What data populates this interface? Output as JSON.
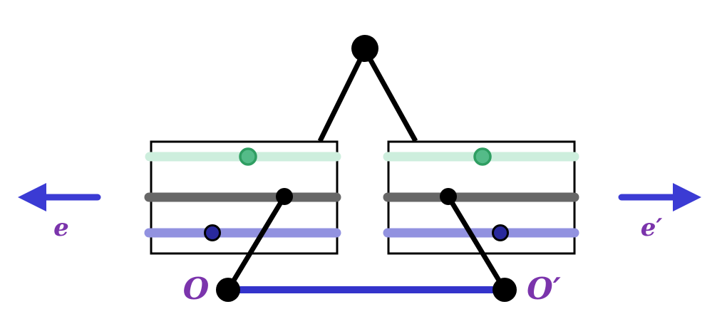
{
  "labels": {
    "left_axis": "e",
    "right_axis": "e′",
    "origin": "O",
    "origin_prime": "O′"
  },
  "colors": {
    "outline_black": "#000000",
    "arrow_blue": "#3b3bd4",
    "segment_blue": "#3333cb",
    "mint_bar": "#cdeedd",
    "green_token_fill": "#54bb88",
    "green_token_stroke": "#2f9e62",
    "gray_bar": "#676767",
    "lavender_bar": "#9292e0",
    "navy_token_fill": "#29299d",
    "label_purple": "#7b34ac"
  }
}
